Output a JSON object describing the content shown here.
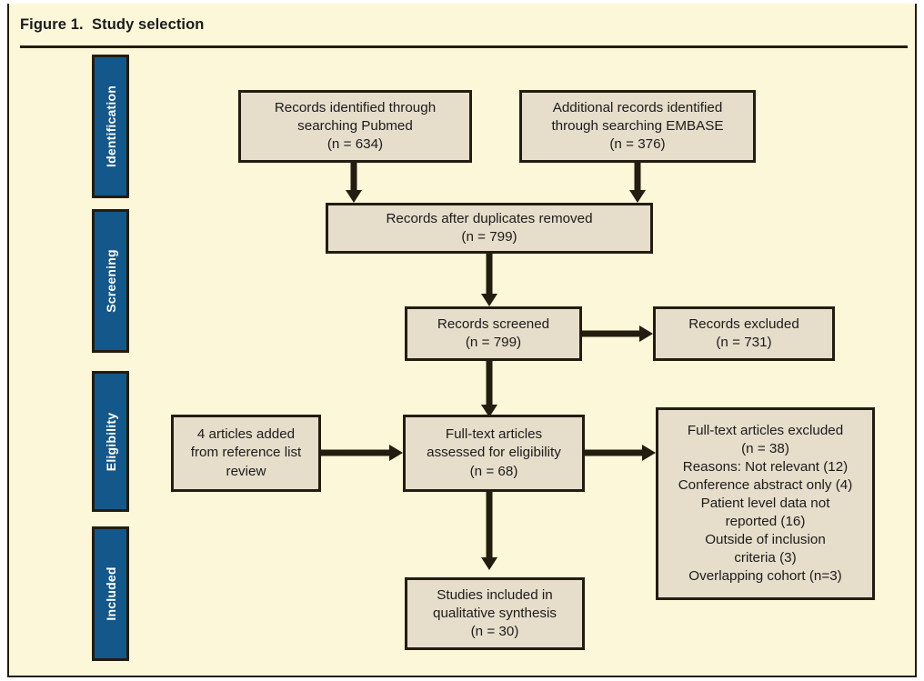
{
  "figure": {
    "caption_label": "Figure 1.",
    "caption_title": "Study selection",
    "caption_full": "Figure 1.  Study selection",
    "background_color": "#fdf7da",
    "box_fill_color": "#e7ddcb",
    "stage_color": "#14578a",
    "line_color": "#231c10"
  },
  "stages": [
    {
      "label": "Identification"
    },
    {
      "label": "Screening"
    },
    {
      "label": "Eligibility"
    },
    {
      "label": "Included"
    }
  ],
  "boxes": {
    "pubmed": {
      "text": "Records identified through\nsearching Pubmed\n(n = 634)",
      "n": 634
    },
    "embase": {
      "text": "Additional records identified\nthrough searching EMBASE\n(n = 376)",
      "n": 376
    },
    "duplicates_removed": {
      "text": "Records after duplicates removed\n(n = 799)",
      "n": 799
    },
    "records_screened": {
      "text": "Records screened\n(n = 799)",
      "n": 799
    },
    "records_excluded": {
      "text": "Records excluded\n(n = 731)",
      "n": 731
    },
    "reference_list": {
      "text": "4 articles added\nfrom reference list\nreview",
      "n": 4
    },
    "full_text_assessed": {
      "text": "Full-text articles\nassessed for eligibility\n(n = 68)",
      "n": 68
    },
    "full_text_excluded": {
      "text": "Full-text articles excluded\n(n = 38)\nReasons: Not relevant (12)\nConference abstract only (4)\nPatient level data not\nreported (16)\nOutside of inclusion\ncriteria (3)\nOverlapping cohort (n=3)",
      "n": 38,
      "reasons": [
        {
          "label": "Not relevant",
          "count": 12
        },
        {
          "label": "Conference abstract only",
          "count": 4
        },
        {
          "label": "Patient level data not reported",
          "count": 16
        },
        {
          "label": "Outside of inclusion criteria",
          "count": 3
        },
        {
          "label": "Overlapping cohort",
          "count": 3
        }
      ]
    },
    "studies_included": {
      "text": "Studies included in\nqualitative synthesis\n(n = 30)",
      "n": 30
    }
  }
}
